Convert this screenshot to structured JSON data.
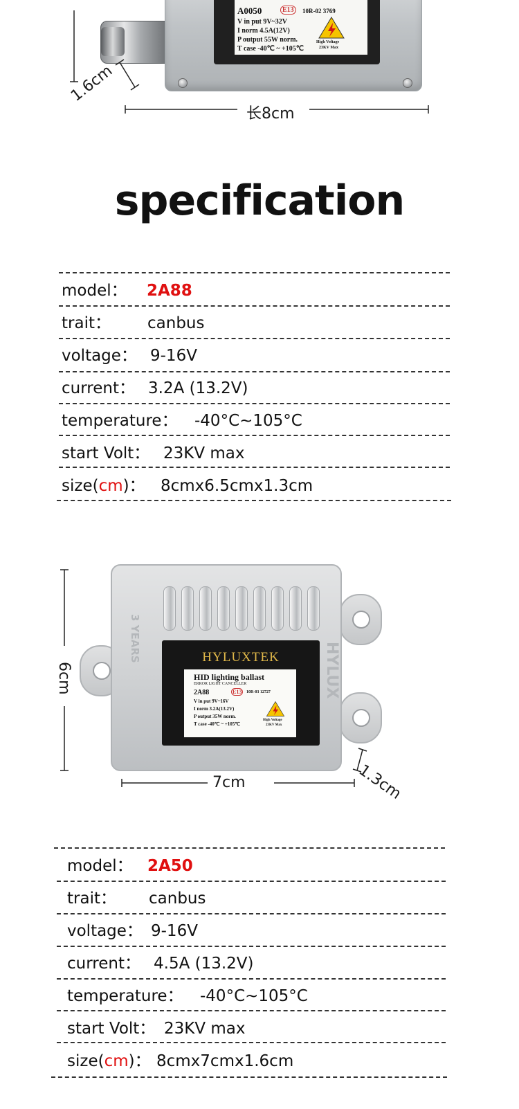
{
  "top_image": {
    "label_lines": [
      "A0050",
      "E13",
      "10R-02 3769",
      "V in put 9V~32V",
      "I norm 4.5A(12V)",
      "P output 55W norm.",
      "T case -40℃ ~ +105℃",
      "High Voltage",
      "23KV Max"
    ],
    "dim_height": "1.6cm",
    "dim_length": "长8cm"
  },
  "heading": "specification",
  "spec1": {
    "model_key": "model：",
    "model_val": "2A88",
    "trait_key": "trait：",
    "trait_val": "canbus",
    "voltage_key": "voltage：",
    "voltage_val": "9-16V",
    "current_key": "current：",
    "current_val": "3.2A  (13.2V)",
    "temp_key": "temperature：",
    "temp_val": "-40°C~105°C",
    "volt_key": "start Volt：",
    "volt_val": "23KV  max",
    "size_key_a": "size(",
    "size_key_b": "cm",
    "size_key_c": ")：",
    "size_val": "8cmx6.5cmx1.3cm"
  },
  "mid_image": {
    "brand": "HYLUXTEK",
    "label_title": "HID lighting ballast",
    "label_sub": "ERROR LIGHT CANCELLER",
    "label_model": "2A88",
    "label_e": "E13",
    "label_code": "10R-03 12727",
    "label_l1": "V in put 9V~16V",
    "label_l2": "I norm 3.2A(13.2V)",
    "label_l3": "P output 35W norm.",
    "label_l4": "T case -40℃ ~ +105℃",
    "hv1": "High Voltage",
    "hv2": "23KV Max",
    "side_years": "3 YEARS",
    "side_brand": "HYLUX",
    "dim_height": "6cm",
    "dim_width": "7cm",
    "dim_depth": "1.3cm"
  },
  "spec2": {
    "model_key": "model：",
    "model_val": "2A50",
    "trait_key": "trait：",
    "trait_val": "canbus",
    "voltage_key": "voltage：",
    "voltage_val": "9-16V",
    "current_key": "current：",
    "current_val": "4.5A  (13.2V)",
    "temp_key": "temperature：",
    "temp_val": "-40°C~105°C",
    "volt_key": "start Volt：",
    "volt_val": "23KV  max",
    "size_key_a": "size(",
    "size_key_b": "cm",
    "size_key_c": ")：",
    "size_val": "8cmx7cmx1.6cm"
  },
  "colors": {
    "accent_red": "#e01010"
  }
}
